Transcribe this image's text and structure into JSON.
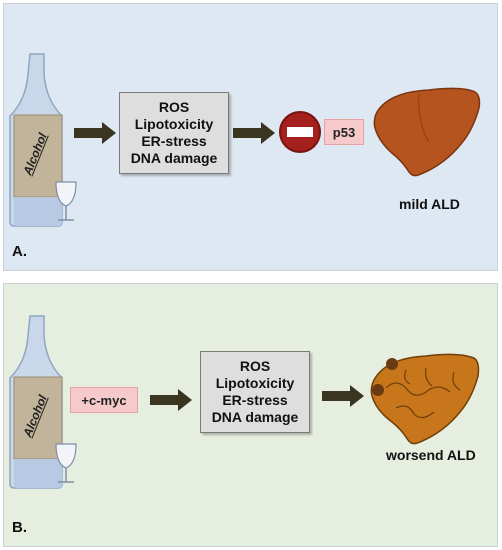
{
  "panel_a": {
    "label": "A.",
    "bottle_label": "Alcohol",
    "box_lines": [
      "ROS",
      "Lipotoxicity",
      "ER-stress",
      "DNA damage"
    ],
    "inhibitor_target": "p53",
    "outcome": "mild ALD"
  },
  "panel_b": {
    "label": "B.",
    "bottle_label": "Alcohol",
    "modifier": "+c-myc",
    "box_lines": [
      "ROS",
      "Lipotoxicity",
      "ER-stress",
      "DNA damage"
    ],
    "outcome": "worsend ALD"
  },
  "colors": {
    "panel_a_bg": "#dde8f2",
    "panel_b_bg": "#e6eedf",
    "arrow": "#3a3520",
    "inhibitor": "#a3201c",
    "liver_mild": "#b5541f",
    "liver_worse": "#c7761c"
  }
}
